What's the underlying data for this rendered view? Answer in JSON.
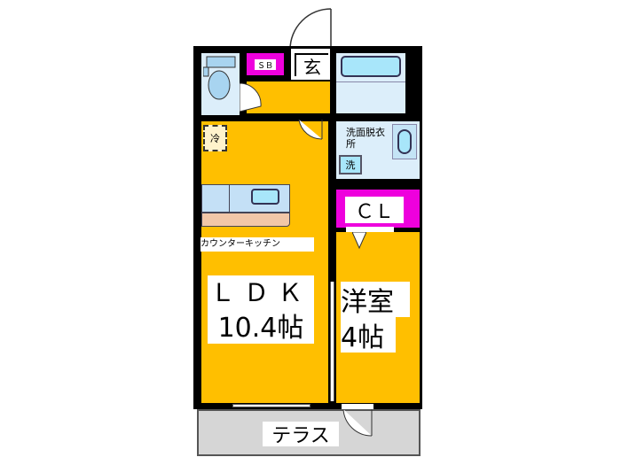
{
  "floorplan": {
    "rooms": {
      "entrance": "玄",
      "shoe_box": "ＳＢ",
      "refrigerator": "冷",
      "kitchen": "カウンターキッチン",
      "ldk_name": "ＬＤＫ",
      "ldk_size": "10.4帖",
      "washroom": "洗面脱衣所",
      "washer": "洗",
      "closet": "ＣＬ",
      "western_room_name": "洋室",
      "western_room_size": "4帖",
      "terrace": "テラス"
    },
    "colors": {
      "room_yellow": "#ffbf00",
      "wet_area_blue": "#dceefa",
      "fixture_blue": "#a8e6fa",
      "storage_magenta": "#ee00dd",
      "wall": "#000000",
      "terrace_gray": "#d6d6d6"
    }
  }
}
